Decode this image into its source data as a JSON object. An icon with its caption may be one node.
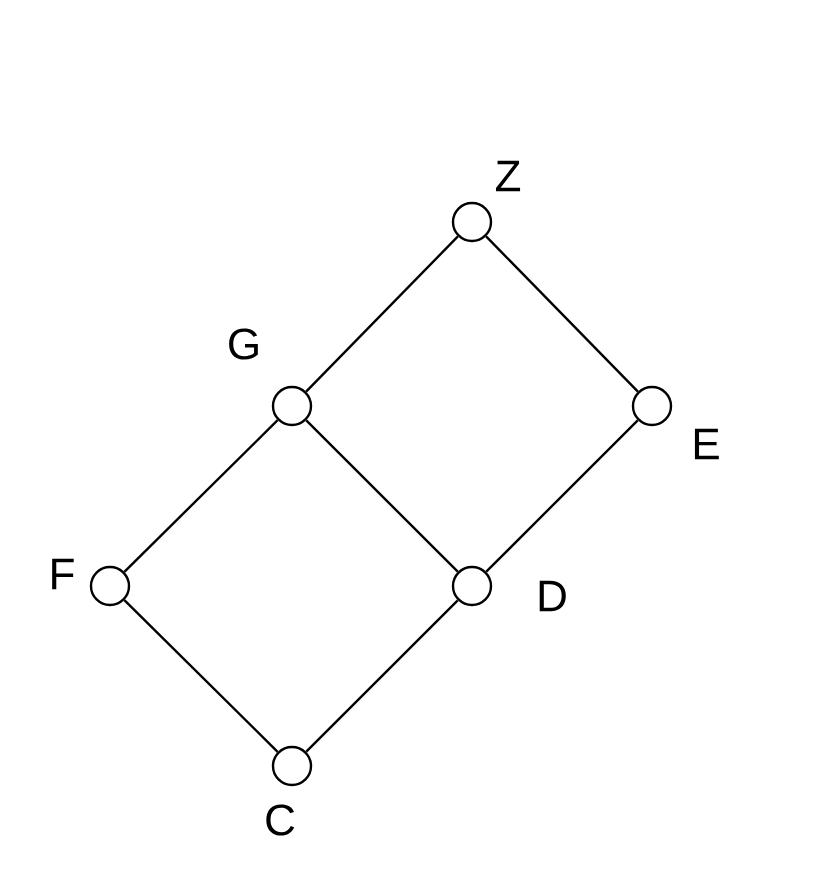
{
  "diagram": {
    "nodes": [
      {
        "text": [],
        "shape": "circle",
        "beside": [
          "Z"
        ]
      },
      {
        "text": [],
        "shape": "circle",
        "beside": [
          "G"
        ]
      },
      {
        "text": [],
        "shape": "circle",
        "beside": [
          "E"
        ]
      },
      {
        "text": [],
        "shape": "circle",
        "beside": [
          "F"
        ]
      },
      {
        "text": [],
        "shape": "circle",
        "beside": [
          "D"
        ]
      },
      {
        "text": [],
        "shape": "circle",
        "beside": [
          "C"
        ]
      }
    ],
    "edges": [
      {
        "from": 0,
        "to": 1,
        "arrow": "none"
      },
      {
        "from": 0,
        "to": 2,
        "arrow": "none"
      },
      {
        "from": 1,
        "to": 3,
        "arrow": "none"
      },
      {
        "from": 1,
        "to": 4,
        "arrow": "none"
      },
      {
        "from": 2,
        "to": 4,
        "arrow": "none"
      },
      {
        "from": 3,
        "to": 5,
        "arrow": "none"
      },
      {
        "from": 4,
        "to": 5,
        "arrow": "none"
      }
    ]
  }
}
